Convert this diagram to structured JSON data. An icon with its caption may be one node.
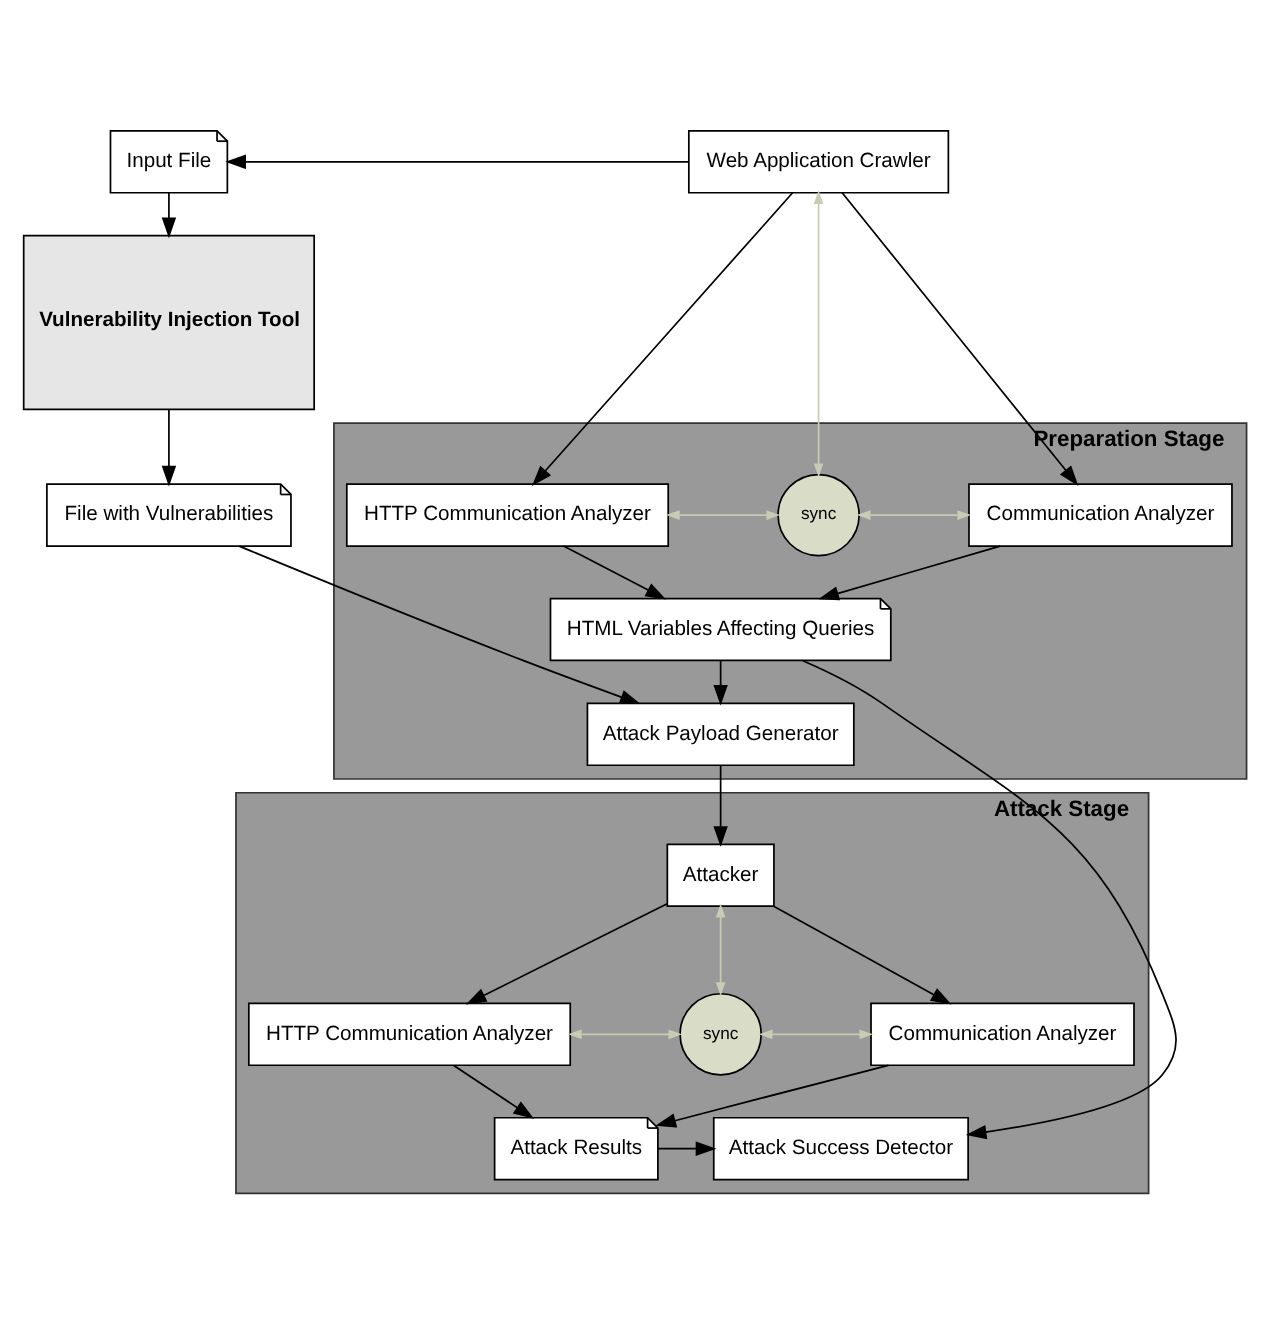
{
  "diagram": {
    "nodes": [
      {
        "text": [
          "Input File"
        ]
      },
      {
        "text": [
          "Web Application Crawler"
        ]
      },
      {
        "text": [
          "Vulnerability Injection Tool"
        ]
      },
      {
        "text": [
          "File with Vulnerabilities"
        ]
      },
      {
        "text": [
          "Preparation Stage"
        ]
      },
      {
        "text": [
          "HTTP Communication Analyzer"
        ],
        "in": 4
      },
      {
        "text": [
          "sync"
        ],
        "in": 4
      },
      {
        "text": [
          "Communication Analyzer"
        ],
        "in": 4
      },
      {
        "text": [
          "HTML Variables Affecting Queries"
        ],
        "in": 4
      },
      {
        "text": [
          "Attack Payload Generator"
        ],
        "in": 4
      },
      {
        "text": [
          "Attack Stage"
        ]
      },
      {
        "text": [
          "Attacker"
        ],
        "in": 10
      },
      {
        "text": [
          "HTTP Communication Analyzer"
        ],
        "in": 10
      },
      {
        "text": [
          "sync"
        ],
        "in": 10
      },
      {
        "text": [
          "Communication Analyzer"
        ],
        "in": 10
      },
      {
        "text": [
          "Attack Results"
        ],
        "in": 10
      },
      {
        "text": [
          "Attack Success Detector"
        ],
        "in": 10
      }
    ],
    "edges": [
      {
        "from": 1,
        "to": 0,
        "arrow": "to"
      },
      {
        "from": 0,
        "to": 2,
        "arrow": "to"
      },
      {
        "from": 2,
        "to": 3,
        "arrow": "to"
      },
      {
        "from": 1,
        "to": 5,
        "arrow": "to"
      },
      {
        "from": 1,
        "to": 6,
        "arrow": "both",
        "color": "#c9ccb4"
      },
      {
        "from": 1,
        "to": 7,
        "arrow": "to"
      },
      {
        "from": 5,
        "to": 6,
        "arrow": "both",
        "color": "#c9ccb4"
      },
      {
        "from": 6,
        "to": 7,
        "arrow": "both",
        "color": "#c9ccb4"
      },
      {
        "from": 5,
        "to": 8,
        "arrow": "to"
      },
      {
        "from": 7,
        "to": 8,
        "arrow": "to"
      },
      {
        "from": 8,
        "to": 9,
        "arrow": "to"
      },
      {
        "from": 8,
        "to": 16,
        "arrow": "to"
      },
      {
        "from": 3,
        "to": 9,
        "arrow": "to"
      },
      {
        "from": 9,
        "to": 11,
        "arrow": "to"
      },
      {
        "from": 11,
        "to": 12,
        "arrow": "to"
      },
      {
        "from": 11,
        "to": 13,
        "arrow": "both",
        "color": "#c9ccb4"
      },
      {
        "from": 11,
        "to": 14,
        "arrow": "to"
      },
      {
        "from": 12,
        "to": 13,
        "arrow": "both",
        "color": "#c9ccb4"
      },
      {
        "from": 13,
        "to": 14,
        "arrow": "both",
        "color": "#c9ccb4"
      },
      {
        "from": 12,
        "to": 15,
        "arrow": "to"
      },
      {
        "from": 14,
        "to": 15,
        "arrow": "to"
      },
      {
        "from": 15,
        "to": 16,
        "arrow": "to"
      }
    ]
  }
}
